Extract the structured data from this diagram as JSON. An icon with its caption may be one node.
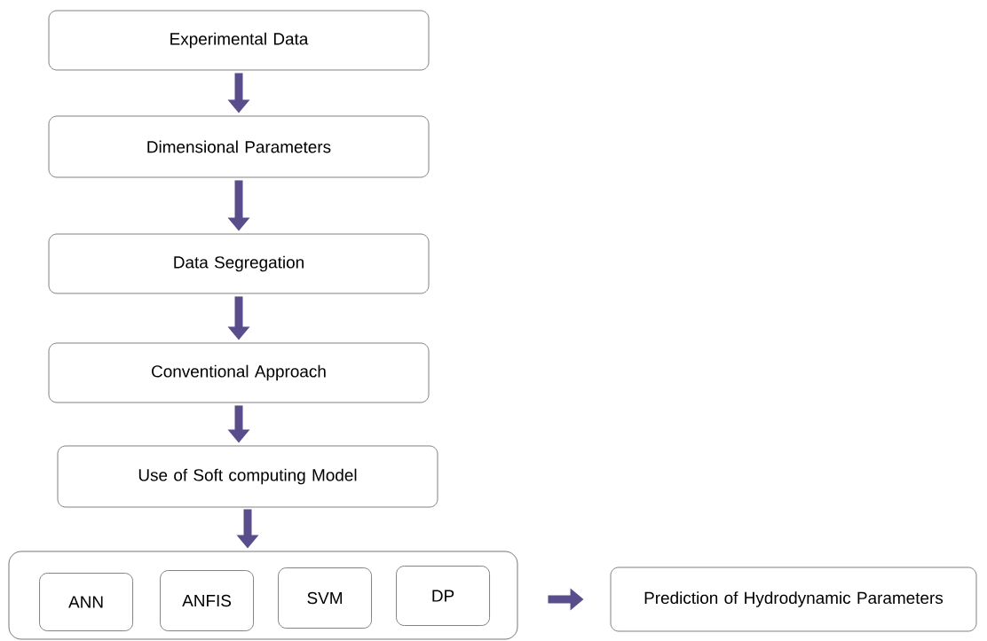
{
  "diagram": {
    "nodes": [
      {
        "text": [
          "Experimental Data"
        ]
      },
      {
        "text": [
          "Dimensional Parameters"
        ]
      },
      {
        "text": [
          "Data Segregation"
        ]
      },
      {
        "text": [
          "Conventional Approach"
        ]
      },
      {
        "text": [
          "Use of Soft computing Model"
        ]
      },
      {
        "text": [],
        "shape": "box"
      },
      {
        "text": [
          "ANN"
        ],
        "in": 5
      },
      {
        "text": [
          "ANFIS"
        ],
        "in": 5
      },
      {
        "text": [
          "SVM"
        ],
        "in": 5
      },
      {
        "text": [
          "DP"
        ],
        "in": 5
      },
      {
        "text": [
          "Prediction of Hydrodynamic Parameters"
        ]
      }
    ],
    "edges": [
      {
        "from": 0,
        "to": 1,
        "arrow": "to"
      },
      {
        "from": 1,
        "to": 2,
        "arrow": "to"
      },
      {
        "from": 2,
        "to": 3,
        "arrow": "to"
      },
      {
        "from": 3,
        "to": 4,
        "arrow": "to"
      },
      {
        "from": 4,
        "to": 5,
        "arrow": "to"
      },
      {
        "from": 5,
        "to": 10,
        "arrow": "to"
      }
    ]
  }
}
